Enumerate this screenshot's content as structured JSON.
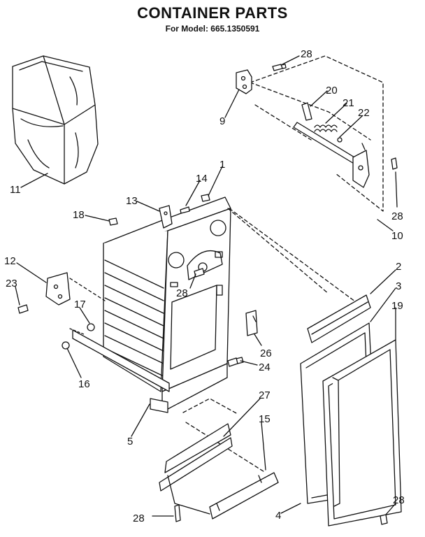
{
  "header": {
    "title": "CONTAINER PARTS",
    "subtitle": "For Model: 665.1350591"
  },
  "callouts": [
    {
      "id": "c28a",
      "label": "28"
    },
    {
      "id": "c9",
      "label": "9"
    },
    {
      "id": "c20",
      "label": "20"
    },
    {
      "id": "c21",
      "label": "21"
    },
    {
      "id": "c22",
      "label": "22"
    },
    {
      "id": "c28b",
      "label": "28"
    },
    {
      "id": "c10",
      "label": "10"
    },
    {
      "id": "c11",
      "label": "11"
    },
    {
      "id": "c1",
      "label": "1"
    },
    {
      "id": "c14",
      "label": "14"
    },
    {
      "id": "c13",
      "label": "13"
    },
    {
      "id": "c18",
      "label": "18"
    },
    {
      "id": "c12",
      "label": "12"
    },
    {
      "id": "c23",
      "label": "23"
    },
    {
      "id": "c17",
      "label": "17"
    },
    {
      "id": "c16",
      "label": "16"
    },
    {
      "id": "c28c",
      "label": "28"
    },
    {
      "id": "c2",
      "label": "2"
    },
    {
      "id": "c3",
      "label": "3"
    },
    {
      "id": "c19",
      "label": "19"
    },
    {
      "id": "c26",
      "label": "26"
    },
    {
      "id": "c24",
      "label": "24"
    },
    {
      "id": "c5",
      "label": "5"
    },
    {
      "id": "c27",
      "label": "27"
    },
    {
      "id": "c15",
      "label": "15"
    },
    {
      "id": "c4",
      "label": "4"
    },
    {
      "id": "c28d",
      "label": "28"
    },
    {
      "id": "c28e",
      "label": "28"
    }
  ]
}
